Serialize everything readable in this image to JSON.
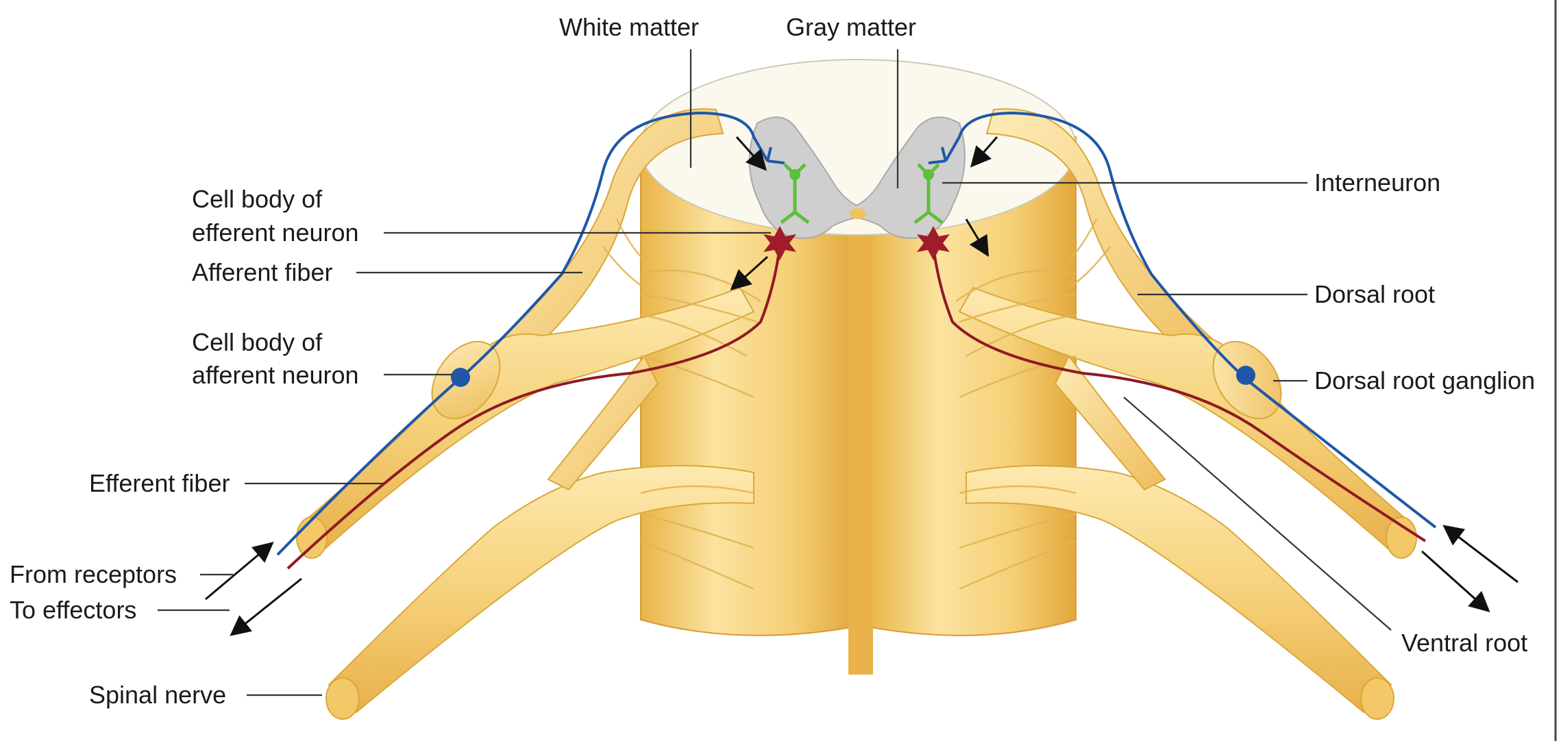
{
  "labels": {
    "white_matter": "White matter",
    "gray_matter": "Gray matter",
    "cell_body_efferent_1": "Cell body of",
    "cell_body_efferent_2": "efferent neuron",
    "afferent_fiber": "Afferent fiber",
    "cell_body_afferent_1": "Cell body of",
    "cell_body_afferent_2": "afferent neuron",
    "efferent_fiber": "Efferent fiber",
    "from_receptors": "From receptors",
    "to_effectors": "To effectors",
    "spinal_nerve": "Spinal nerve",
    "interneuron": "Interneuron",
    "dorsal_root": "Dorsal root",
    "dorsal_root_ganglion": "Dorsal root ganglion",
    "ventral_root": "Ventral root"
  },
  "colors": {
    "cord": "#f7d77f",
    "cord_shade": "#e7b24a",
    "white_matter": "#fbf8ee",
    "gray_matter": "#cfcfcf",
    "afferent": "#1f57a8",
    "efferent": "#8e1a22",
    "interneuron": "#5fbf3a"
  }
}
